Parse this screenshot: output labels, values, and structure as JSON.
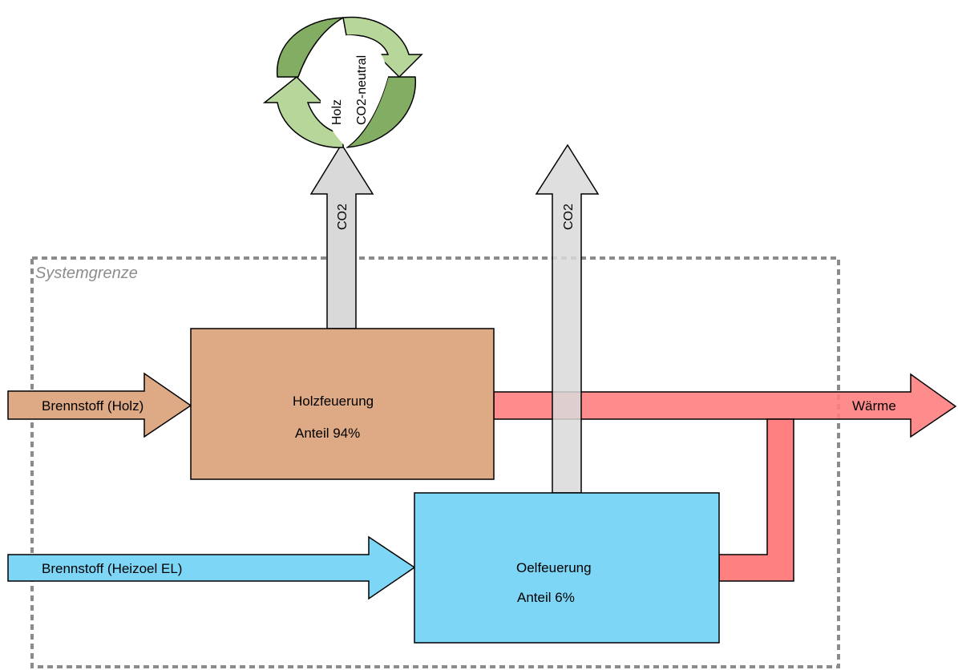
{
  "boundary": {
    "label": "Systemgrenze"
  },
  "holz_box": {
    "title": "Holzfeuerung",
    "share": "Anteil 94%"
  },
  "oel_box": {
    "title": "Oelfeuerung",
    "share": "Anteil 6%"
  },
  "inputs": {
    "holz": "Brennstoff (Holz)",
    "oel": "Brennstoff (Heizoel EL)"
  },
  "output": {
    "heat": "Wärme"
  },
  "emissions": {
    "co2_holz": "CO2",
    "co2_oel": "CO2"
  },
  "cycle": {
    "wood": "Holz",
    "neutral": "CO2-neutral"
  },
  "colors": {
    "wood_fill": "#deaa86",
    "oil_fill": "#7dd6f6",
    "heat_fill": "#ff8080",
    "co2_fill": "#d9d9d9",
    "cycle_dark": "#83ad63",
    "cycle_light": "#b6d69a",
    "boundary_stroke": "#8c8c8c"
  }
}
